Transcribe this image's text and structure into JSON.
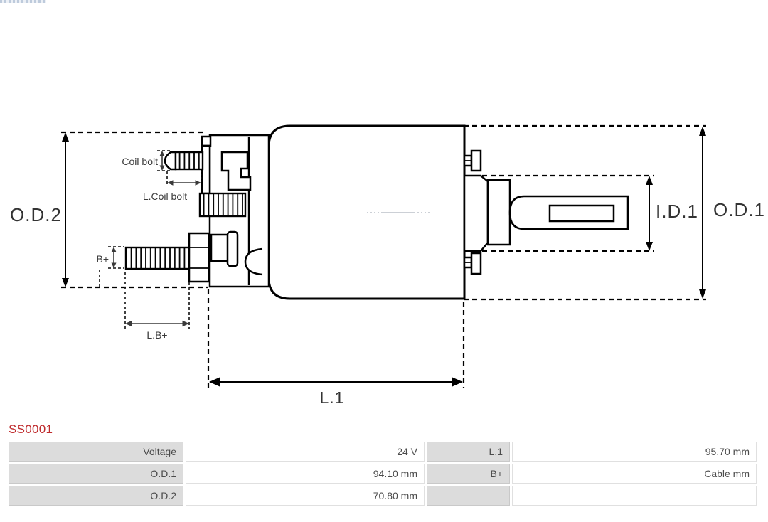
{
  "part": {
    "number": "SS0001"
  },
  "diagram": {
    "dim_labels": {
      "od2": "O.D.2",
      "od1": "O.D.1",
      "id1": "I.D.1",
      "l1": "L.1",
      "coil_bolt": "Coil bolt",
      "l_coil_bolt": "L.Coil bolt",
      "b_plus": "B+",
      "l_b_plus": "L.B+"
    }
  },
  "spec_table": {
    "rows": [
      [
        "Voltage",
        "24 V",
        "L.1",
        "95.70 mm"
      ],
      [
        "O.D.1",
        "94.10 mm",
        "B+",
        "Cable mm"
      ],
      [
        "O.D.2",
        "70.80 mm",
        "",
        ""
      ]
    ]
  },
  "colors": {
    "accent_red": "#bf2b2d",
    "line": "#000000",
    "dim_text": "#3a3a3a",
    "table_label_bg": "#dcdcdc",
    "table_text": "#4c4c4c"
  }
}
